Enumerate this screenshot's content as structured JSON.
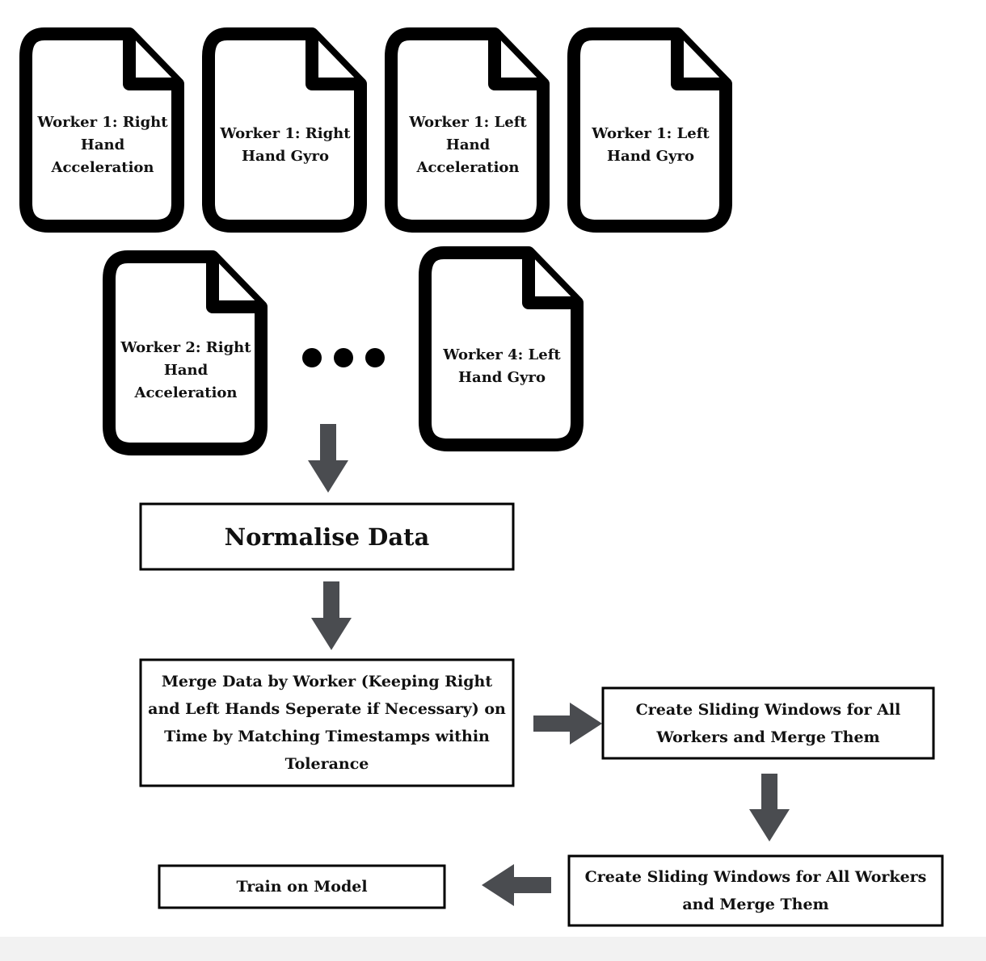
{
  "documents": [
    {
      "label": "Worker 1: Right Hand Acceleration"
    },
    {
      "label": "Worker 1: Right Hand Gyro"
    },
    {
      "label": "Worker 1: Left Hand Acceleration"
    },
    {
      "label": "Worker 1: Left Hand Gyro"
    },
    {
      "label": "Worker 2: Right Hand Acceleration"
    },
    {
      "label": "Worker 4: Left Hand Gyro"
    }
  ],
  "steps": {
    "normalise": "Normalise Data",
    "merge": "Merge Data by Worker (Keeping Right and Left Hands Seperate if Necessary) on Time by Matching Timestamps within Tolerance",
    "sliding_1": "Create Sliding Windows for All Workers and Merge Them",
    "sliding_2": "Create Sliding Windows for All Workers and Merge Them",
    "train": "Train on Model"
  },
  "colors": {
    "arrow": "#4a4c50",
    "stroke": "#000000",
    "background": "#ffffff"
  }
}
